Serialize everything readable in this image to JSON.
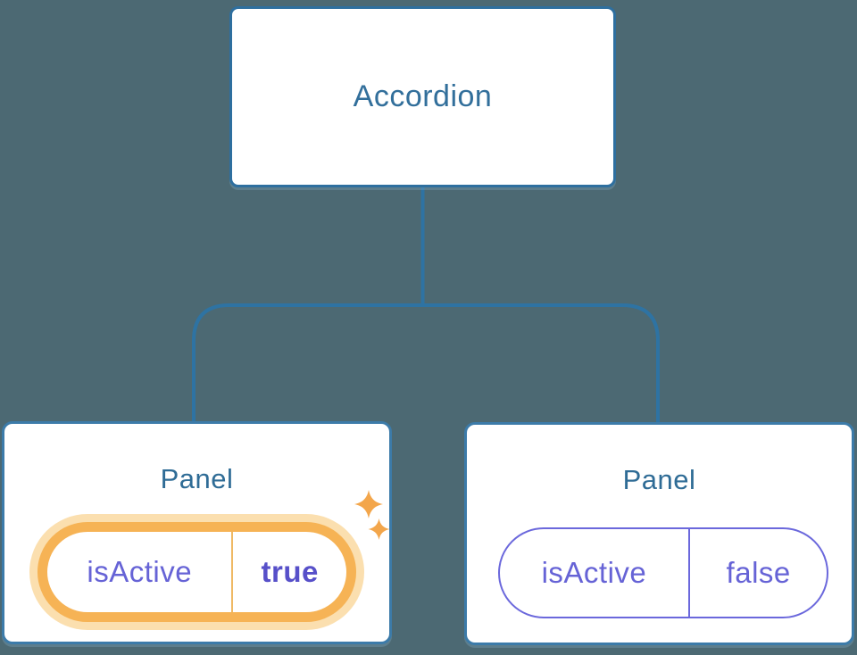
{
  "diagram": {
    "root_node": {
      "label": "Accordion"
    },
    "panels": {
      "active": {
        "label": "Panel",
        "state_key": "isActive",
        "state_value": "true",
        "highlighted": true
      },
      "inactive": {
        "label": "Panel",
        "state_key": "isActive",
        "state_value": "false",
        "highlighted": false
      }
    }
  },
  "icons": {
    "sparkle_large": "sparkle-large-icon",
    "sparkle_small": "sparkle-small-icon"
  },
  "colors": {
    "background": "#4C6973",
    "node_fill": "#FFFFFF",
    "accordion_border_blue": "#2E6F9F",
    "panel_border_blue": "#3C7BA9",
    "connector_blue": "#2E73A3",
    "label_blue": "#326F9B",
    "state_purple": "#6663D6",
    "state_purple_bold": "#5750C9",
    "inactive_pill_purple": "#6B68DC",
    "highlight_orange": "#F6B355",
    "highlight_glow_orange": "#FBDFAF",
    "sparkle_orange": "#F3A64B"
  }
}
